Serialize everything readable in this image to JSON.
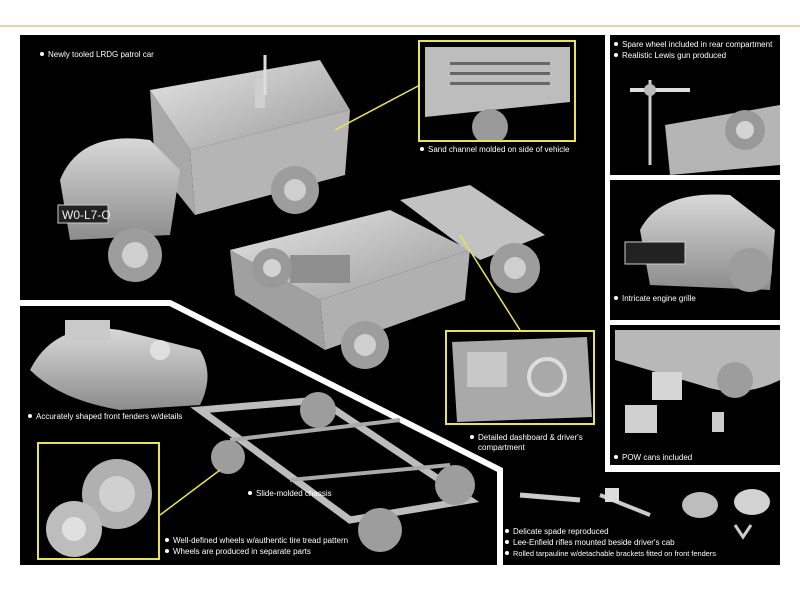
{
  "accent": "#e8e25a",
  "captions": {
    "patrol_car": "Newly tooled LRDG patrol car",
    "sand_channel": "Sand channel molded on side of vehicle",
    "spare_wheel": "Spare wheel included in rear compartment",
    "lewis_gun": "Realistic Lewis gun produced",
    "engine_grille": "Intricate engine grille",
    "front_fenders": "Accurately shaped front fenders w/details",
    "dashboard_1": "Detailed dashboard & driver's",
    "dashboard_2": "compartment",
    "pow_cans": "POW cans included",
    "chassis": "Slide-molded chassis",
    "wheels_1": "Well-defined wheels w/authentic tire tread pattern",
    "wheels_2": "Wheels are produced in separate parts",
    "spade": "Delicate spade reproduced",
    "rifles": "Lee-Enfield rifles mounted beside driver's cab",
    "tarpaulin": "Rolled tarpauline w/detachable brackets fitted on front fenders"
  },
  "plates": {
    "front": "W0-L7-O"
  }
}
